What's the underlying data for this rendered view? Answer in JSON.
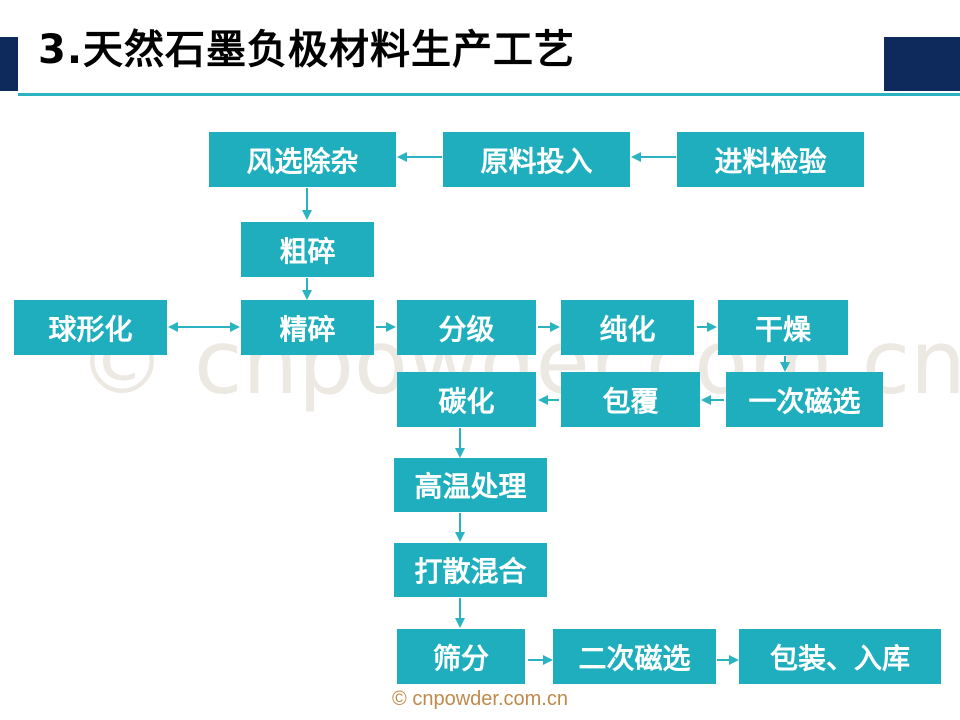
{
  "slide": {
    "title": "3.天然石墨负极材料生产工艺",
    "watermark": "© cnpowder.com.cn",
    "footer": "© cnpowder.com.cn"
  },
  "diagram": {
    "nodes": [
      {
        "id": "fengxuan",
        "label": "风选除杂"
      },
      {
        "id": "yuanliao",
        "label": "原料投入"
      },
      {
        "id": "jinliao",
        "label": "进料检验"
      },
      {
        "id": "cusui",
        "label": "粗碎"
      },
      {
        "id": "qiuxing",
        "label": "球形化"
      },
      {
        "id": "jingsui",
        "label": "精碎"
      },
      {
        "id": "fenji",
        "label": "分级"
      },
      {
        "id": "chunhua",
        "label": "纯化"
      },
      {
        "id": "ganzao",
        "label": "干燥"
      },
      {
        "id": "tanhua",
        "label": "碳化"
      },
      {
        "id": "baofu",
        "label": "包覆"
      },
      {
        "id": "yicicixuan",
        "label": "一次磁选"
      },
      {
        "id": "gaowen",
        "label": "高温处理"
      },
      {
        "id": "dasan",
        "label": "打散混合"
      },
      {
        "id": "shaifen",
        "label": "筛分"
      },
      {
        "id": "ercicixuan",
        "label": "二次磁选"
      },
      {
        "id": "baozhuang",
        "label": "包装、入库"
      }
    ],
    "edges": [
      {
        "from": "jinliao",
        "to": "yuanliao"
      },
      {
        "from": "yuanliao",
        "to": "fengxuan"
      },
      {
        "from": "fengxuan",
        "to": "cusui"
      },
      {
        "from": "cusui",
        "to": "jingsui"
      },
      {
        "from": "jingsui",
        "to": "qiuxing",
        "bidirectional": true
      },
      {
        "from": "jingsui",
        "to": "fenji"
      },
      {
        "from": "fenji",
        "to": "chunhua"
      },
      {
        "from": "chunhua",
        "to": "ganzao"
      },
      {
        "from": "ganzao",
        "to": "yicicixuan"
      },
      {
        "from": "yicicixuan",
        "to": "baofu"
      },
      {
        "from": "baofu",
        "to": "tanhua"
      },
      {
        "from": "tanhua",
        "to": "gaowen"
      },
      {
        "from": "gaowen",
        "to": "dasan"
      },
      {
        "from": "dasan",
        "to": "shaifen"
      },
      {
        "from": "shaifen",
        "to": "ercicixuan"
      },
      {
        "from": "ercicixuan",
        "to": "baozhuang"
      }
    ],
    "colors": {
      "node_fill": "#1eaebd",
      "node_text": "#ffffff",
      "arrow": "#2cb3c1",
      "title_bar": "#0e2a5c",
      "rule": "#2cb3c1"
    }
  }
}
